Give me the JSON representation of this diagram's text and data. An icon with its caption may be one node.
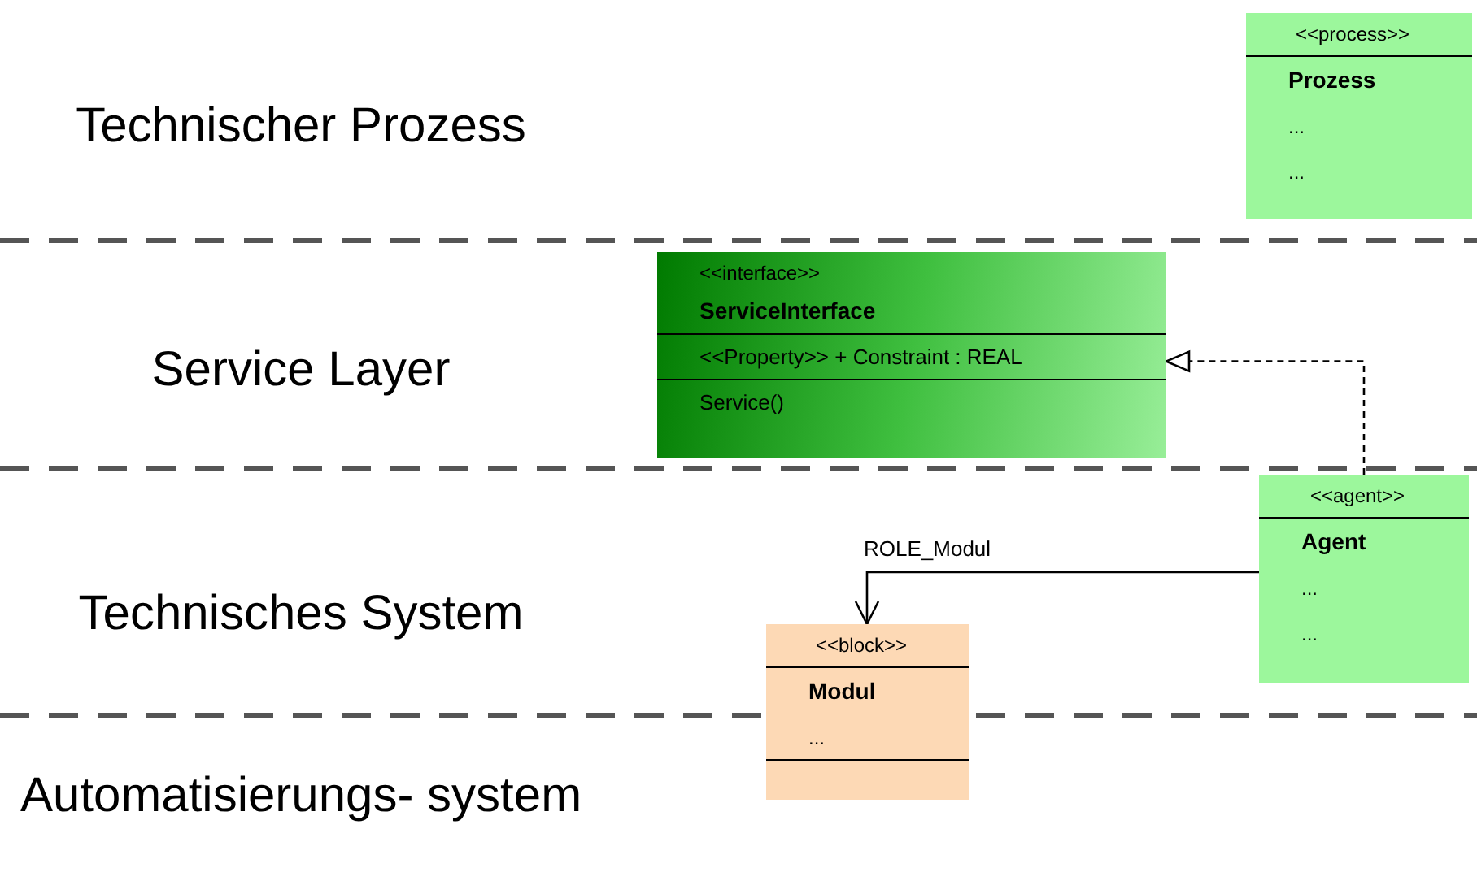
{
  "diagram": {
    "nodes": [
      {
        "text": [
          "<<process>>",
          "Prozess",
          "...",
          "..."
        ]
      },
      {
        "text": [
          "<<interface>>",
          "ServiceInterface",
          "<<Property>> + Constraint : REAL",
          "Service()"
        ]
      },
      {
        "text": [
          "<<agent>>",
          "Agent",
          "...",
          "..."
        ]
      },
      {
        "text": [
          "<<block>>",
          "Modul",
          "..."
        ]
      }
    ],
    "edges": [
      {
        "from": 2,
        "to": 1,
        "arrow": "to",
        "style": "dashed"
      },
      {
        "from": 2,
        "to": 3,
        "arrow": "to",
        "label": "ROLE_Modul"
      }
    ],
    "labels": [
      "Technischer Prozess",
      "Service Layer",
      "Technisches System",
      "Automatisierungs- system"
    ]
  }
}
